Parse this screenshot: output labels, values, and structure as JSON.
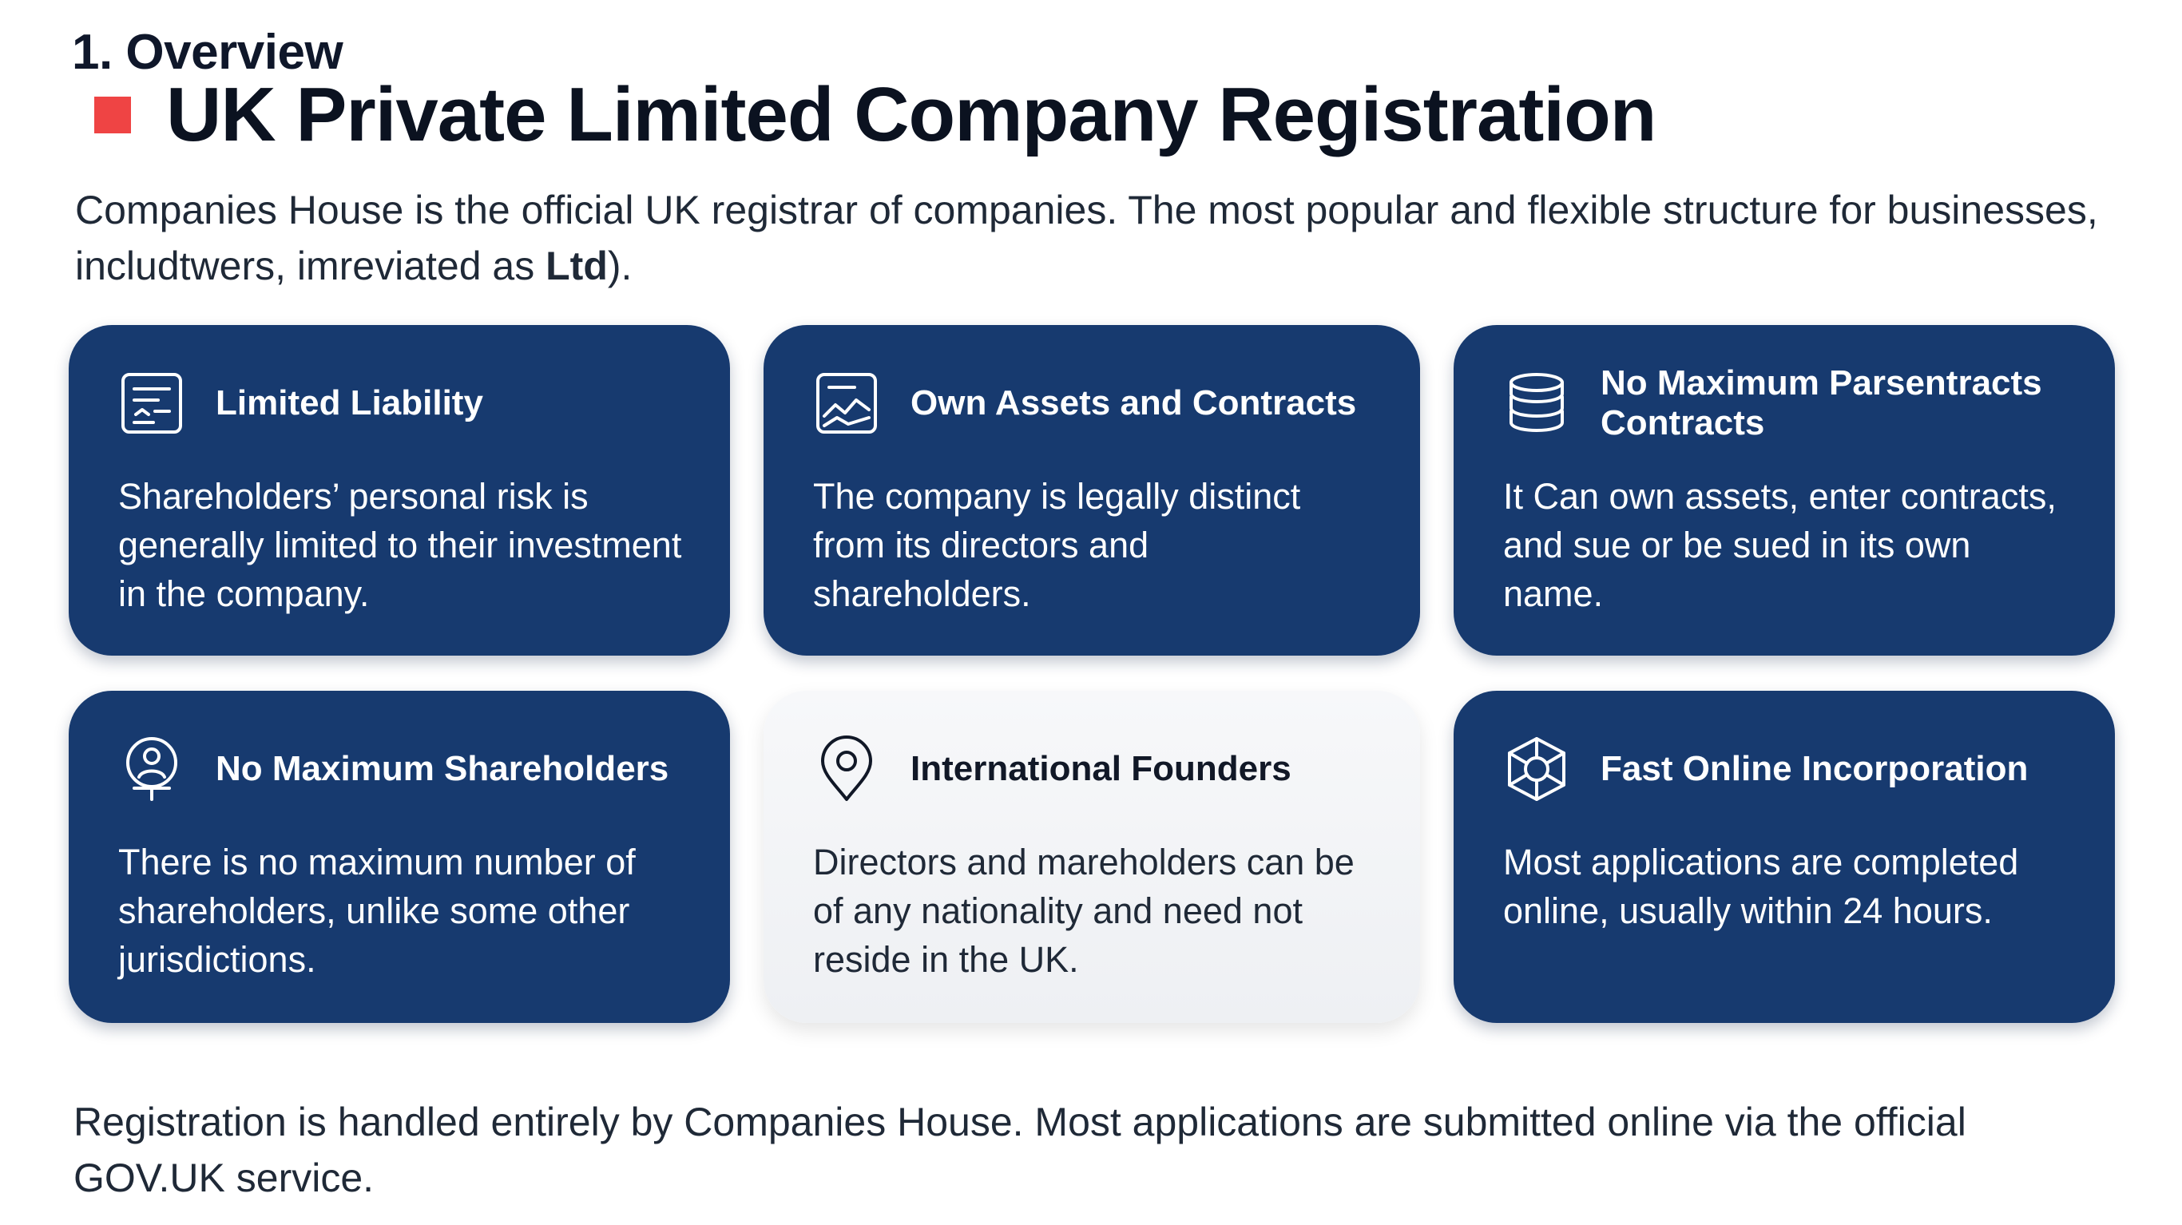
{
  "section_label": "1. Overview",
  "title": "UK Private Limited Company Registration",
  "accent_color": "#ef4444",
  "card_color": "#173a6f",
  "intro": {
    "text_before": "Companies House is the official UK registrar of companies. The most popular and flexible structure for businesses, includtwers, imreviated as ",
    "bold": "Ltd",
    "text_after": ")."
  },
  "cards": [
    {
      "icon": "document-checklist-icon",
      "title": "Limited Liability",
      "body": "Shareholders’ personal risk is generally limited to their investment in the company."
    },
    {
      "icon": "chart-document-icon",
      "title": "Own Assets and Contracts",
      "body": "The company is legally distinct from its directors and shareholders."
    },
    {
      "icon": "database-stack-icon",
      "title": "No Maximum Parsentracts Contracts",
      "body": "It Can own assets, enter contracts, and sue or be sued in its own name."
    },
    {
      "icon": "person-pin-icon",
      "title": "No Maximum Shareholders",
      "body": "There is no maximum number of shareholders, unlike some other jurisdictions."
    },
    {
      "icon": "location-pin-icon",
      "title": "International Founders",
      "body": "Directors and mareholders can be of any nationality and need not reside in the UK."
    },
    {
      "icon": "network-globe-icon",
      "title": "Fast Online Incorporation",
      "body": "Most applications are completed online, usually within 24 hours."
    }
  ],
  "footer": "Registration is handled entirely by Companies House. Most applications are submitted online via the official GOV.UK service."
}
